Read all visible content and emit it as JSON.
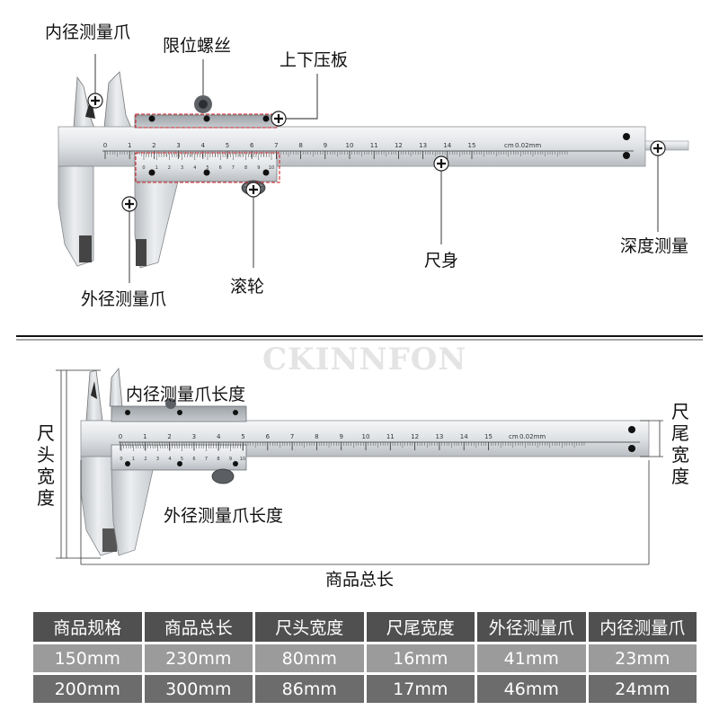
{
  "top_diagram": {
    "labels": {
      "inner_jaw": "内径测量爪",
      "limit_screw": "限位螺丝",
      "pressure_plate": "上下压板",
      "roller": "滚轮",
      "outer_jaw": "外径测量爪",
      "main_scale": "尺身",
      "depth_gauge": "深度测量"
    },
    "main_scale_numbers": [
      "0",
      "1",
      "2",
      "3",
      "4",
      "5",
      "6",
      "7",
      "8",
      "9",
      "10",
      "11",
      "12",
      "13",
      "14",
      "15"
    ],
    "vernier_numbers": [
      "0",
      "1",
      "2",
      "3",
      "4",
      "5",
      "6",
      "7",
      "8",
      "9",
      "10"
    ],
    "scale_unit": "cm",
    "precision": "0.02mm"
  },
  "watermark": "CKINNFON",
  "bottom_diagram": {
    "labels": {
      "inner_jaw_length": "内径测量爪长度",
      "outer_jaw_length": "外径测量爪长度",
      "head_width": "尺头宽度",
      "tail_width": "尺尾宽度",
      "total_length": "商品总长"
    },
    "main_scale_numbers": [
      "0",
      "1",
      "2",
      "3",
      "4",
      "5",
      "6",
      "7",
      "8",
      "9",
      "10",
      "11",
      "12",
      "13",
      "14",
      "15"
    ],
    "vernier_numbers": [
      "0",
      "1",
      "2",
      "3",
      "4",
      "5",
      "6",
      "7",
      "8",
      "9",
      "10"
    ],
    "scale_unit": "cm",
    "precision": "0.02mm"
  },
  "spec_table": {
    "headers": [
      "商品规格",
      "商品总长",
      "尺头宽度",
      "尺尾宽度",
      "外径测量爪",
      "内径测量爪"
    ],
    "rows": [
      [
        "150mm",
        "230mm",
        "80mm",
        "16mm",
        "41mm",
        "23mm"
      ],
      [
        "200mm",
        "300mm",
        "86mm",
        "17mm",
        "46mm",
        "24mm"
      ]
    ]
  },
  "colors": {
    "steel_light": "#eef0f1",
    "steel_dark": "#a9adb1",
    "callout_red": "#d4262e",
    "header_bg": "#505050",
    "row1_bg": "#9b9b9b",
    "row2_bg": "#6c6c6c"
  },
  "icons": [
    "plus-circle-icon"
  ]
}
